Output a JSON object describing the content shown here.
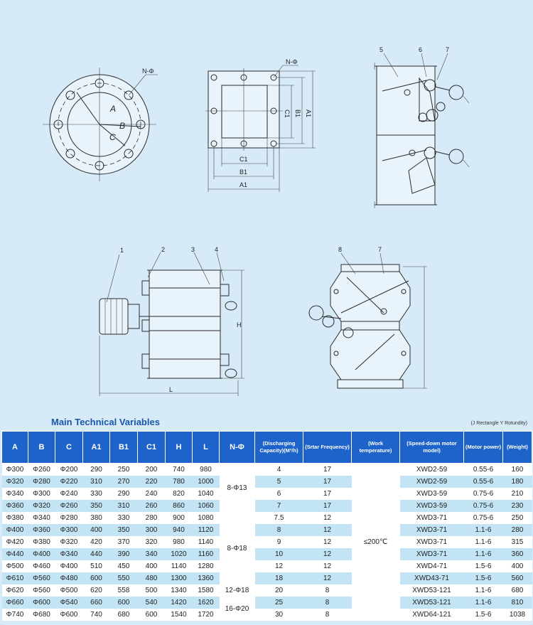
{
  "drawings": {
    "flange_labels": {
      "n_phi": "N-Φ",
      "a": "A",
      "b": "B",
      "c": "C"
    },
    "square_labels": {
      "n_phi": "N-Φ",
      "c1": "C1",
      "b1": "B1",
      "a1": "A1",
      "c1_v": "C1",
      "b1_v": "B1",
      "a1_v": "A1"
    },
    "side_callouts": [
      "5",
      "6",
      "7"
    ],
    "front_callouts": [
      "1",
      "2",
      "3",
      "4"
    ],
    "front_dims": {
      "h": "H",
      "l": "L"
    },
    "cross_callouts": [
      "8",
      "7"
    ]
  },
  "header": {
    "title": "Main Technical Variables",
    "note": "(J Rectangle Y Rotundity)"
  },
  "table": {
    "columns": [
      "A",
      "B",
      "C",
      "A1",
      "B1",
      "C1",
      "H",
      "L",
      "N-Φ",
      "(Discharging Capacity)(M³/h)",
      "(Srtar Frequency)",
      "(Work temperature)",
      "(Speed-down motor model)",
      "(Motor power)",
      "(Weight)"
    ],
    "nphi_groups": [
      "8-Φ13",
      "8-Φ18",
      "12-Φ18",
      "16-Φ20"
    ],
    "temperature": "≤200℃",
    "rows": [
      {
        "a": "Φ300",
        "b": "Φ260",
        "c": "Φ200",
        "a1": "290",
        "b1": "250",
        "c1": "200",
        "h": "740",
        "l": "980",
        "cap": "4",
        "freq": "17",
        "model": "XWD2-59",
        "power": "0.55-6",
        "weight": "160"
      },
      {
        "a": "Φ320",
        "b": "Φ280",
        "c": "Φ220",
        "a1": "310",
        "b1": "270",
        "c1": "220",
        "h": "780",
        "l": "1000",
        "cap": "5",
        "freq": "17",
        "model": "XWD2-59",
        "power": "0.55-6",
        "weight": "180"
      },
      {
        "a": "Φ340",
        "b": "Φ300",
        "c": "Φ240",
        "a1": "330",
        "b1": "290",
        "c1": "240",
        "h": "820",
        "l": "1040",
        "cap": "6",
        "freq": "17",
        "model": "XWD3-59",
        "power": "0.75-6",
        "weight": "210"
      },
      {
        "a": "Φ360",
        "b": "Φ320",
        "c": "Φ260",
        "a1": "350",
        "b1": "310",
        "c1": "260",
        "h": "860",
        "l": "1060",
        "cap": "7",
        "freq": "17",
        "model": "XWD3-59",
        "power": "0.75-6",
        "weight": "230"
      },
      {
        "a": "Φ380",
        "b": "Φ340",
        "c": "Φ280",
        "a1": "380",
        "b1": "330",
        "c1": "280",
        "h": "900",
        "l": "1080",
        "cap": "7.5",
        "freq": "12",
        "model": "XWD3-71",
        "power": "0.75-6",
        "weight": "250"
      },
      {
        "a": "Φ400",
        "b": "Φ360",
        "c": "Φ300",
        "a1": "400",
        "b1": "350",
        "c1": "300",
        "h": "940",
        "l": "1120",
        "cap": "8",
        "freq": "12",
        "model": "XWD3-71",
        "power": "1.1-6",
        "weight": "280"
      },
      {
        "a": "Φ420",
        "b": "Φ380",
        "c": "Φ320",
        "a1": "420",
        "b1": "370",
        "c1": "320",
        "h": "980",
        "l": "1140",
        "cap": "9",
        "freq": "12",
        "model": "XWD3-71",
        "power": "1.1-6",
        "weight": "315"
      },
      {
        "a": "Φ440",
        "b": "Φ400",
        "c": "Φ340",
        "a1": "440",
        "b1": "390",
        "c1": "340",
        "h": "1020",
        "l": "1160",
        "cap": "10",
        "freq": "12",
        "model": "XWD3-71",
        "power": "1.1-6",
        "weight": "360"
      },
      {
        "a": "Φ500",
        "b": "Φ460",
        "c": "Φ400",
        "a1": "510",
        "b1": "450",
        "c1": "400",
        "h": "1140",
        "l": "1280",
        "cap": "12",
        "freq": "12",
        "model": "XWD4-71",
        "power": "1.5-6",
        "weight": "400"
      },
      {
        "a": "Φ610",
        "b": "Φ560",
        "c": "Φ480",
        "a1": "600",
        "b1": "550",
        "c1": "480",
        "h": "1300",
        "l": "1360",
        "cap": "18",
        "freq": "12",
        "model": "XWD43-71",
        "power": "1.5-6",
        "weight": "560"
      },
      {
        "a": "Φ620",
        "b": "Φ560",
        "c": "Φ500",
        "a1": "620",
        "b1": "558",
        "c1": "500",
        "h": "1340",
        "l": "1580",
        "cap": "20",
        "freq": "8",
        "model": "XWD53-121",
        "power": "1.1-6",
        "weight": "680"
      },
      {
        "a": "Φ660",
        "b": "Φ600",
        "c": "Φ540",
        "a1": "660",
        "b1": "600",
        "c1": "540",
        "h": "1420",
        "l": "1620",
        "cap": "25",
        "freq": "8",
        "model": "XWD53-121",
        "power": "1.1-6",
        "weight": "810"
      },
      {
        "a": "Φ740",
        "b": "Φ680",
        "c": "Φ600",
        "a1": "740",
        "b1": "680",
        "c1": "600",
        "h": "1540",
        "l": "1720",
        "cap": "30",
        "freq": "8",
        "model": "XWD64-121",
        "power": "1.5-6",
        "weight": "1038"
      }
    ]
  }
}
